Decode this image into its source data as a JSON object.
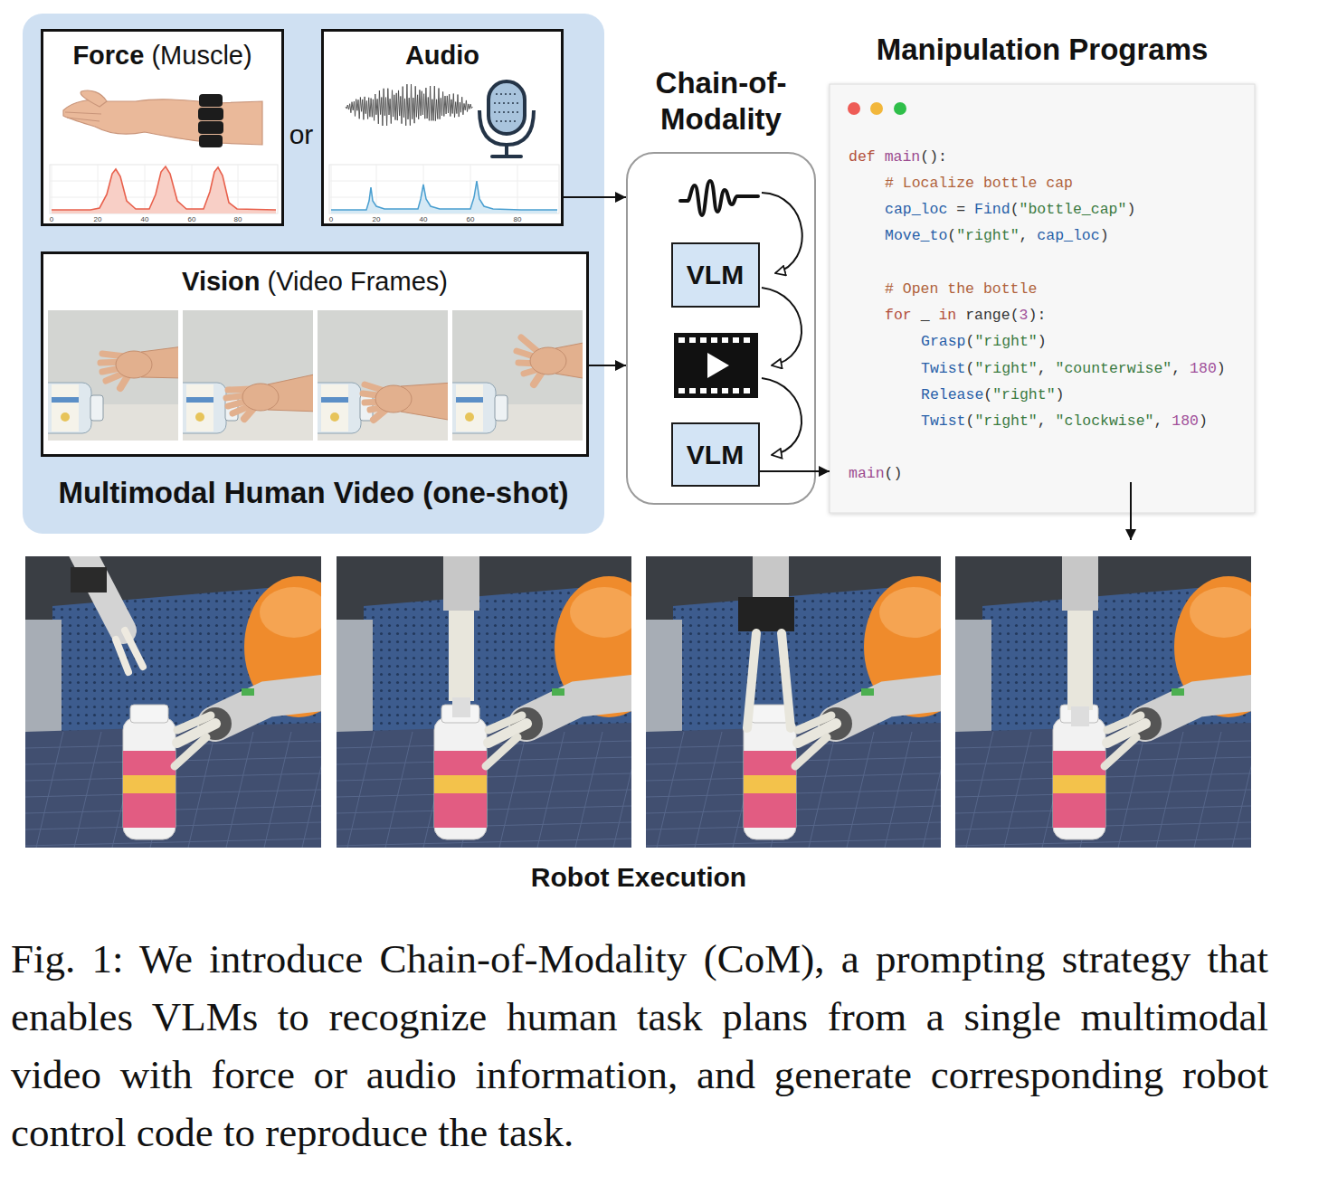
{
  "diagram": {
    "caption": "Fig. 1: We introduce Chain-of-Modality (CoM), a prompting strategy that enables VLMs to recognize human task plans from a single multimodal video with force or audio information, and generate corresponding robot control code to reproduce the task.",
    "nodes": [
      {
        "text": [
          "Multimodal Human Video (one-shot)"
        ]
      },
      {
        "text": [
          "Force (Muscle)"
        ],
        "in": 0
      },
      {
        "text": [
          "Audio"
        ],
        "in": 0
      },
      {
        "text": [
          "Vision (Video Frames)"
        ],
        "in": 0
      },
      {
        "text": [
          "Chain-of- Modality"
        ]
      },
      {
        "text": [
          "VLM"
        ],
        "in": 4
      },
      {
        "text": [
          "VLM"
        ],
        "in": 4
      },
      {
        "text": [
          "Manipulation Programs",
          "def main():",
          "# Localize bottle cap",
          "cap_loc = Find(\"bottle_cap\")",
          "Move_to(\"right\", cap_loc)",
          "# Open the bottle",
          "for _ in range(3):",
          "Grasp(\"right\")",
          "Twist(\"right\", \"counterwise\", 180)",
          "Release(\"right\")",
          "Twist(\"right\", \"clockwise\", 180)",
          "main()"
        ]
      }
    ],
    "edges": [
      {
        "from": 2,
        "to": 4,
        "arrow": "to"
      },
      {
        "from": 3,
        "to": 4,
        "arrow": "to"
      },
      {
        "from": 6,
        "to": 7,
        "arrow": "to"
      }
    ],
    "labels": [
      "or",
      "0",
      "20",
      "40",
      "60",
      "80",
      "0",
      "20",
      "40",
      "60",
      "80",
      "Robot Execution"
    ]
  }
}
